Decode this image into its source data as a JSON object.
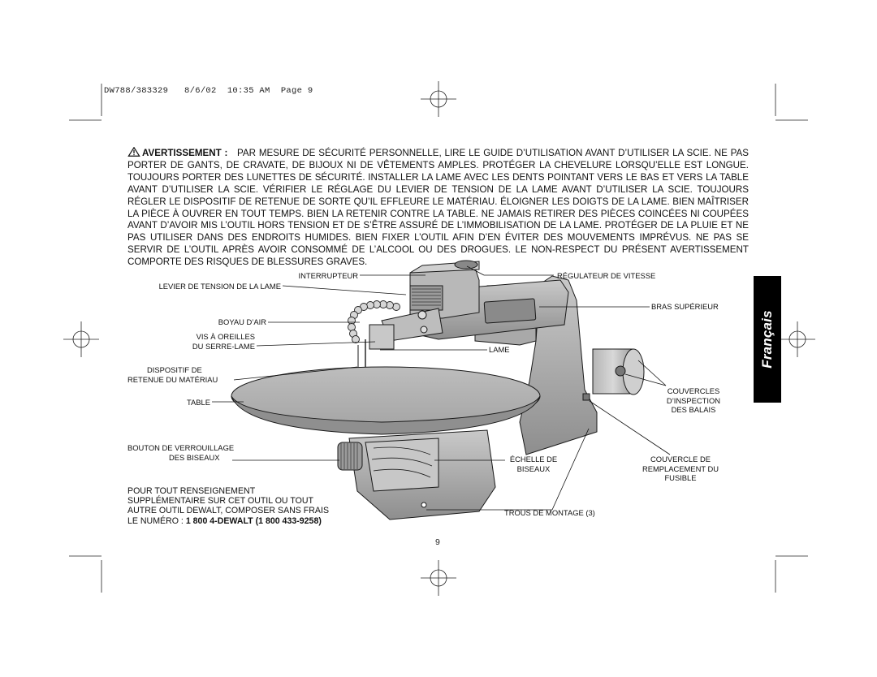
{
  "header": {
    "text": "DW788/383329   8/6/02  10:35 AM  Page 9"
  },
  "warning": {
    "label": "AVERTISSEMENT :",
    "body": "PAR MESURE DE SÉCURITÉ PERSONNELLE, LIRE LE GUIDE D’UTILISATION AVANT D’UTILISER LA SCIE. NE PAS PORTER DE GANTS, DE CRAVATE, DE BIJOUX NI DE VÊTEMENTS AMPLES. PROTÉGER LA CHEVELURE LORSQU’ELLE EST LONGUE. TOUJOURS PORTER DES LUNETTES DE SÉCURITÉ. INSTALLER LA LAME AVEC LES DENTS POINTANT VERS LE BAS ET VERS LA TABLE AVANT D’UTILISER LA SCIE. VÉRIFIER LE RÉGLAGE DU LEVIER DE TENSION DE LA LAME AVANT D’UTILISER LA SCIE. TOUJOURS RÉGLER LE DISPOSITIF DE RETENUE DE SORTE QU’IL EFFLEURE LE MATÉRIAU. ÉLOIGNER LES DOIGTS DE LA LAME. BIEN MAÎTRISER LA PIÈCE À OUVRER EN TOUT TEMPS. BIEN LA RETENIR CONTRE LA TABLE. NE JAMAIS RETIRER DES PIÈCES COINCÉES NI COUPÉES AVANT D’AVOIR MIS L’OUTIL HORS TENSION ET DE S’ÊTRE ASSURÉ DE L’IMMOBILISATION DE LA LAME. PROTÉGER DE LA PLUIE ET NE PAS UTILISER DANS DES ENDROITS HUMIDES. BIEN FIXER L’OUTIL AFIN D’EN ÉVITER DES MOUVEMENTS IMPRÉVUS. NE PAS SE SERVIR DE L’OUTIL APRÈS AVOIR CONSOMMÉ DE L’ALCOOL OU DES DROGUES. LE NON-RESPECT DU PRÉSENT AVERTISSEMENT COMPORTE DES RISQUES DE BLESSURES GRAVES."
  },
  "side_tab": {
    "text": "Français"
  },
  "callouts": {
    "interrupteur": "INTERRUPTEUR",
    "regulateur": "RÉGULATEUR DE VITESSE",
    "levier": "LEVIER DE TENSION DE LA LAME",
    "bras": "BRAS SUPÉRIEUR",
    "boyau": "BOYAU D’AIR",
    "vis_1": "VIS À OREILLES",
    "vis_2": "DU SERRE-LAME",
    "lame": "LAME",
    "dispositif_1": "DISPOSITIF DE",
    "dispositif_2": "RETENUE DU MATÉRIAU",
    "couvercles_1": "COUVERCLES",
    "couvercles_2": "D’INSPECTION",
    "couvercles_3": "DES BALAIS",
    "table": "TABLE",
    "bouton_1": "BOUTON DE VERROUILLAGE",
    "bouton_2": "DES BISEAUX",
    "echelle_1": "ÉCHELLE DE",
    "echelle_2": "BISEAUX",
    "couvercle_1": "COUVERCLE DE",
    "couvercle_2": "REMPLACEMENT DU",
    "couvercle_3": "FUSIBLE",
    "trous": "TROUS DE MONTAGE (3)"
  },
  "info": {
    "line1": "POUR TOUT RENSEIGNEMENT",
    "line2": "SUPPLÉMENTAIRE SUR CET OUTIL OU TOUT",
    "line3": "AUTRE OUTIL DEWALT, COMPOSER SANS FRAIS",
    "line4_prefix": "LE NUMÉRO : ",
    "line4_bold": "1 800 4-DEWALT (1 800 433-9258)"
  },
  "page_number": "9",
  "colors": {
    "ink": "#111111",
    "tab_background": "#000000",
    "illustration_gray": "#9a9a9a"
  }
}
